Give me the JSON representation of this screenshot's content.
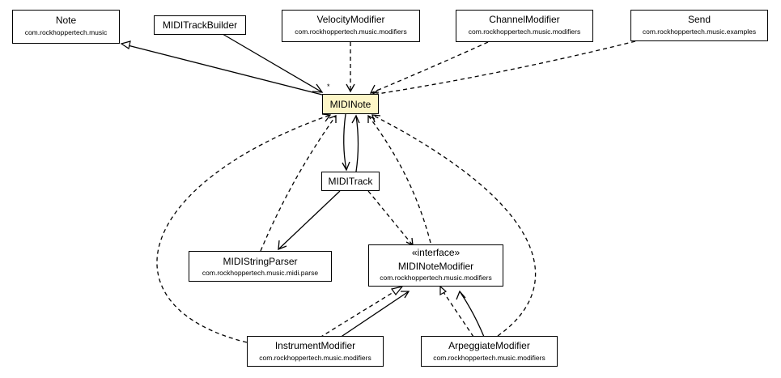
{
  "nodes": [
    {
      "id": "note",
      "name": "Note",
      "package": "com.rockhoppertech.music"
    },
    {
      "id": "miditrackbuilder",
      "name": "MIDITrackBuilder"
    },
    {
      "id": "velocitymodifier",
      "name": "VelocityModifier",
      "package": "com.rockhoppertech.music.modifiers"
    },
    {
      "id": "channelmodifier",
      "name": "ChannelModifier",
      "package": "com.rockhoppertech.music.modifiers"
    },
    {
      "id": "send",
      "name": "Send",
      "package": "com.rockhoppertech.music.examples"
    },
    {
      "id": "midinote",
      "name": "MIDINote"
    },
    {
      "id": "miditrack",
      "name": "MIDITrack"
    },
    {
      "id": "midistringparser",
      "name": "MIDIStringParser",
      "package": "com.rockhoppertech.music.midi.parse"
    },
    {
      "id": "midinotemodifier",
      "stereotype": "«interface»",
      "name": "MIDINoteModifier",
      "package": "com.rockhoppertech.music.modifiers"
    },
    {
      "id": "instrumentmodifier",
      "name": "InstrumentModifier",
      "package": "com.rockhoppertech.music.modifiers"
    },
    {
      "id": "arpeggiatemodifier",
      "name": "ArpeggiateModifier",
      "package": "com.rockhoppertech.music.modifiers"
    }
  ],
  "multiplicity": "*",
  "colors": {
    "highlight_fill": "#fdf6c7",
    "line": "#000000",
    "background": "#ffffff"
  }
}
